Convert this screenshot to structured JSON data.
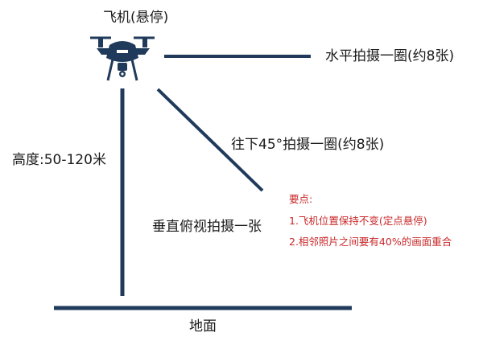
{
  "drone": {
    "title": "飞机(悬停)",
    "icon": "drone-icon"
  },
  "labels": {
    "horizontal": "水平拍摄一圈(约8张)",
    "oblique": "往下45°拍摄一圈(约8张)",
    "height": "高度:50-120米",
    "vertical": "垂直俯视拍摄一张",
    "ground": "地面"
  },
  "notes": {
    "heading": "要点:",
    "items": [
      "1.飞机位置保持不变(定点悬停)",
      "2.相邻照片之间要有40%的画面重合"
    ]
  },
  "colors": {
    "line": "#1f3a5a",
    "note": "#c8282a",
    "drone": "#1f3a5a"
  }
}
